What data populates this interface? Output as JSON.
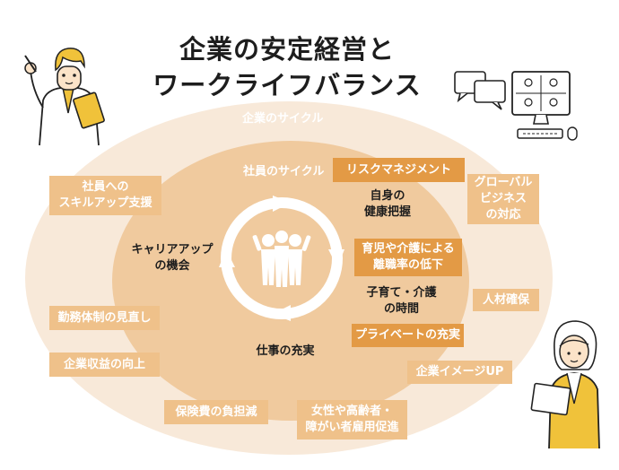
{
  "title": {
    "line1": "企業の安定経営と",
    "line2": "ワークライフバランス"
  },
  "labels": {
    "company_cycle": "企業のサイクル",
    "employee_cycle": "社員のサイクル"
  },
  "inner": {
    "risk_management": "リスクマネジメント",
    "health": {
      "line1": "自身の",
      "line2": "健康把握"
    },
    "childcare": {
      "line1": "育児や介護による",
      "line2": "離職率の低下"
    },
    "childcare_time": {
      "line1": "子育て・介護",
      "line2": "の時間"
    },
    "private": "プライベートの充実",
    "career": {
      "line1": "キャリアアップ",
      "line2": "の機会"
    },
    "work": "仕事の充実"
  },
  "outer": {
    "skillup": {
      "line1": "社員への",
      "line2": "スキルアップ支援"
    },
    "global": {
      "line1": "グローバル",
      "line2": "ビジネス",
      "line3": "の対応"
    },
    "talent": "人材確保",
    "workstyle": "勤務体制の見直し",
    "profit": "企業収益の向上",
    "image": "企業イメージUP",
    "insurance": "保険費の負担減",
    "diversity": {
      "line1": "女性や高齢者・",
      "line2": "障がい者雇用促進"
    }
  },
  "colors": {
    "outer_ring": "#f8e9d9",
    "inner_ring": "#f0ca9e",
    "box_light": "#efc18a",
    "box_dark": "#e39a45"
  }
}
